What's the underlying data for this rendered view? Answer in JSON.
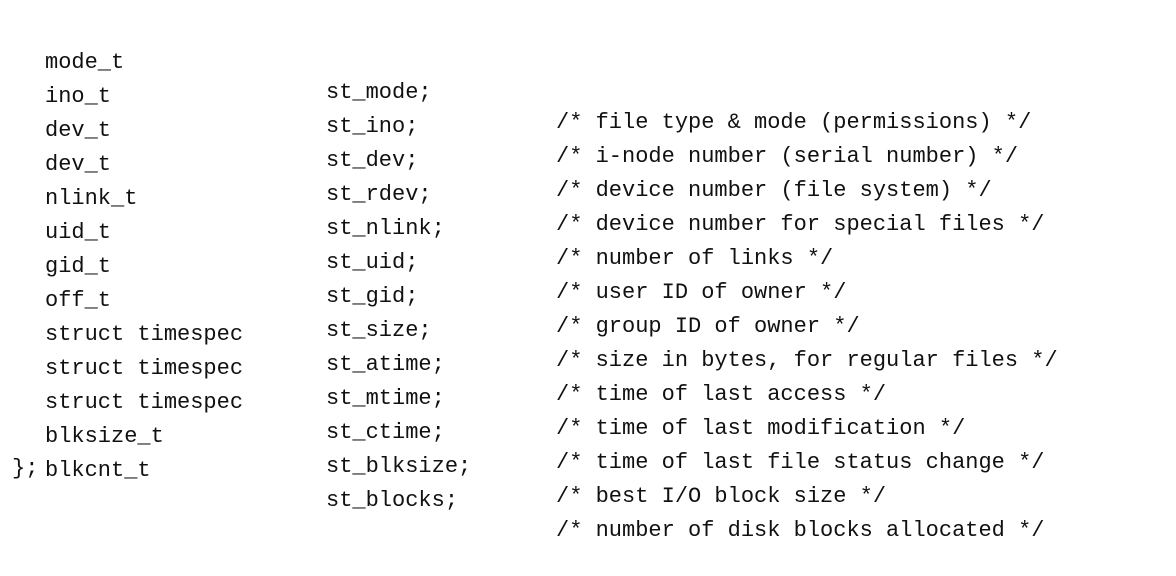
{
  "fields": [
    {
      "type": "mode_t",
      "name": "st_mode;",
      "comment": "/* file type & mode (permissions) */"
    },
    {
      "type": "ino_t",
      "name": "st_ino;",
      "comment": "/* i-node number (serial number) */"
    },
    {
      "type": "dev_t",
      "name": "st_dev;",
      "comment": "/* device number (file system) */"
    },
    {
      "type": "dev_t",
      "name": "st_rdev;",
      "comment": "/* device number for special files */"
    },
    {
      "type": "nlink_t",
      "name": "st_nlink;",
      "comment": "/* number of links */"
    },
    {
      "type": "uid_t",
      "name": "st_uid;",
      "comment": "/* user ID of owner */"
    },
    {
      "type": "gid_t",
      "name": "st_gid;",
      "comment": "/* group ID of owner */"
    },
    {
      "type": "off_t",
      "name": "st_size;",
      "comment": "/* size in bytes, for regular files */"
    },
    {
      "type": "struct timespec",
      "name": "st_atime;",
      "comment": "/* time of last access */"
    },
    {
      "type": "struct timespec",
      "name": "st_mtime;",
      "comment": "/* time of last modification */"
    },
    {
      "type": "struct timespec",
      "name": "st_ctime;",
      "comment": "/* time of last file status change */"
    },
    {
      "type": "blksize_t",
      "name": "st_blksize;",
      "comment": "/* best I/O block size */"
    },
    {
      "type": "blkcnt_t",
      "name": "st_blocks;",
      "comment": "/* number of disk blocks allocated */"
    }
  ],
  "closing": "};"
}
